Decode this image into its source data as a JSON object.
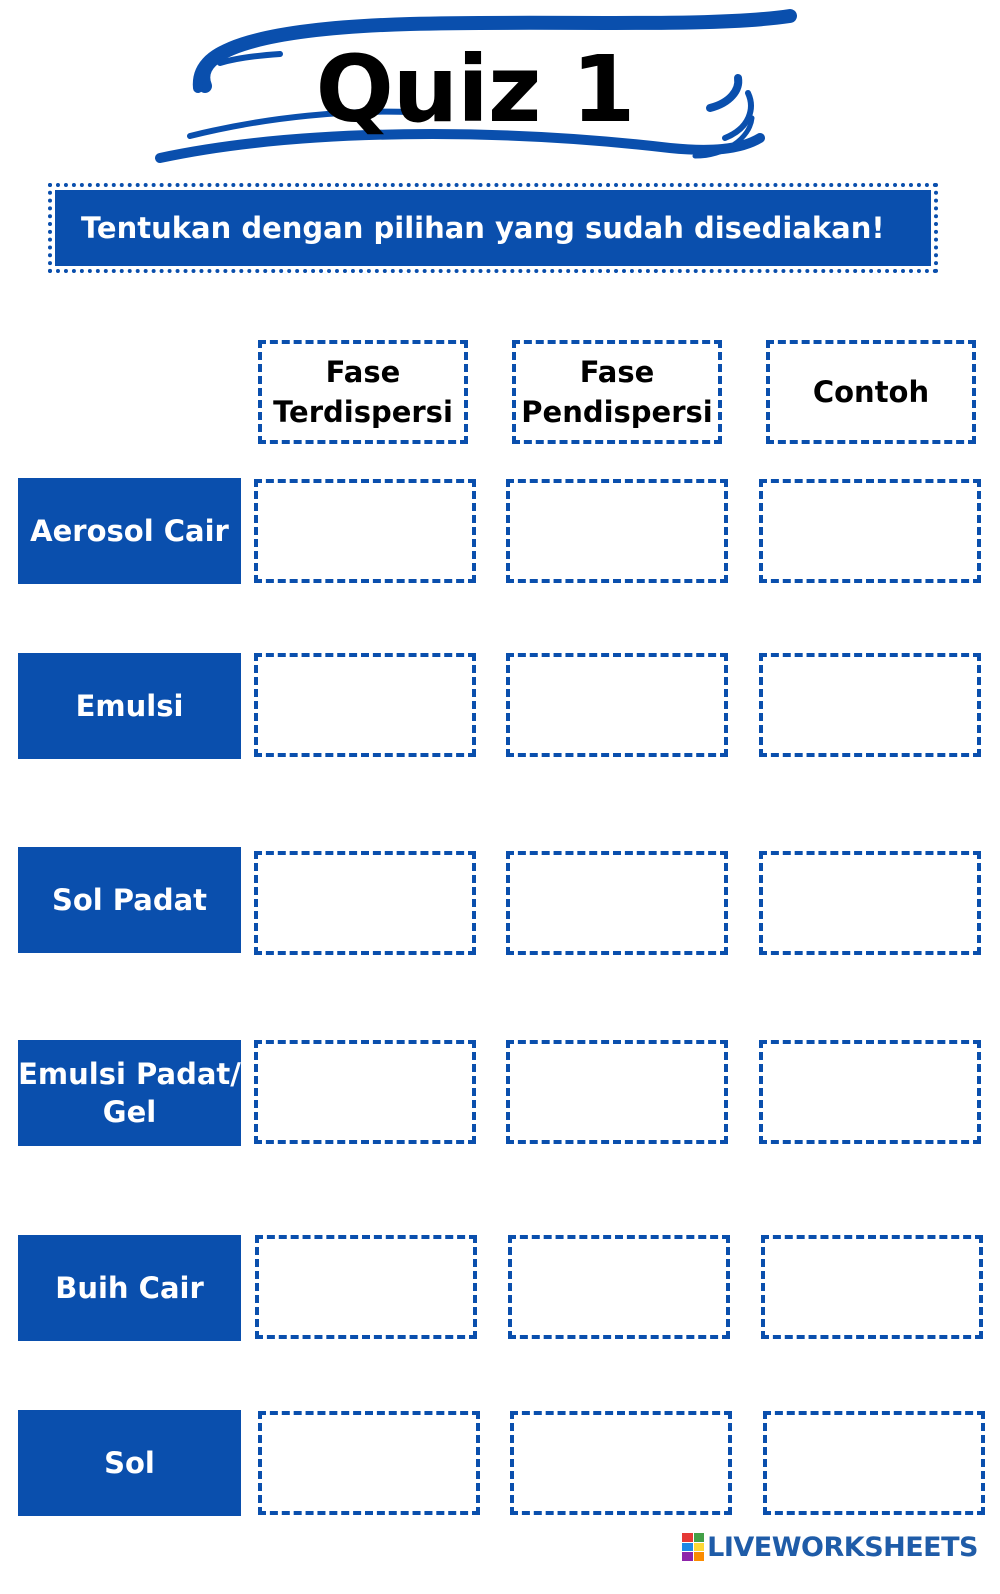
{
  "title": "Quiz 1",
  "instruction": "Tentukan dengan pilihan yang sudah disediakan!",
  "columns": [
    {
      "label": "Fase\nTerdispersi"
    },
    {
      "label": "Fase\nPendispersi"
    },
    {
      "label": "Contoh"
    }
  ],
  "rows": [
    {
      "label": "Aerosol Cair"
    },
    {
      "label": "Emulsi"
    },
    {
      "label": "Sol Padat"
    },
    {
      "label": "Emulsi Padat/\nGel"
    },
    {
      "label": "Buih Cair"
    },
    {
      "label": "Sol"
    }
  ],
  "footer": {
    "brand": "LIVEWORKSHEETS"
  },
  "colors": {
    "accent": "#0a4fad",
    "text": "#000000"
  }
}
